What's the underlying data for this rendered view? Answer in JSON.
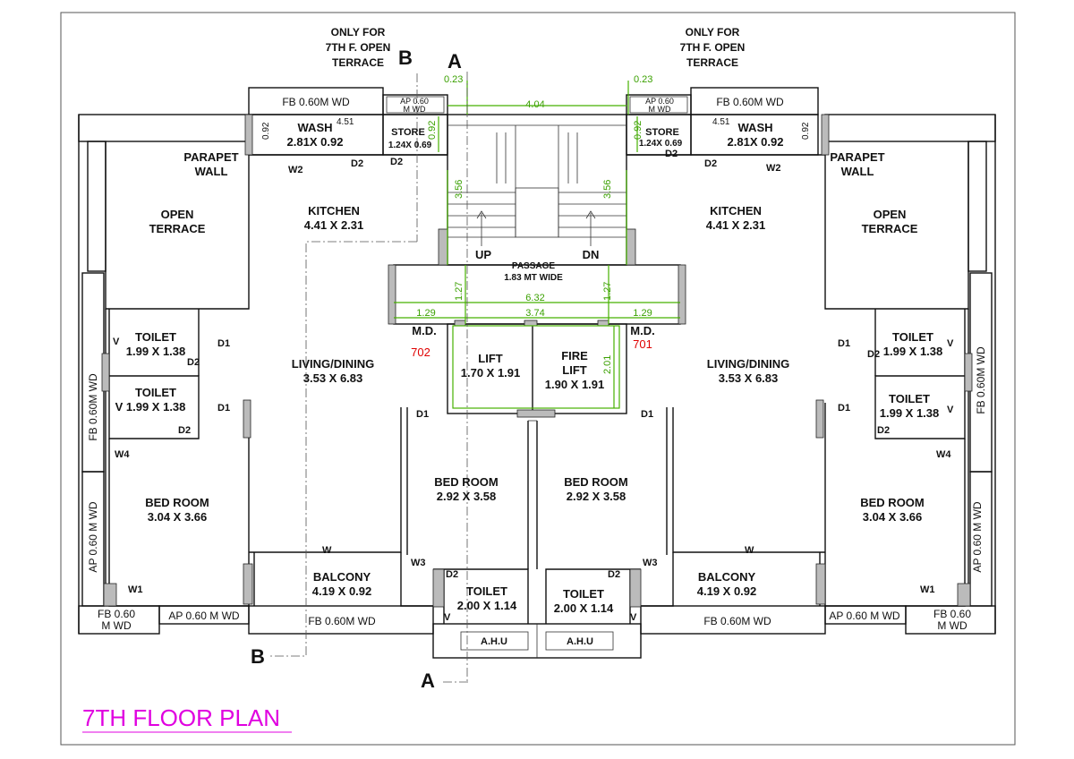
{
  "title": "7TH FLOOR PLAN",
  "colors": {
    "dimension": "#3aa000",
    "unit_number": "#e00000",
    "title": "#e000e0"
  },
  "section_marks": {
    "a": "A",
    "b": "B"
  },
  "terrace_notes": [
    "ONLY FOR",
    "7TH F.  OPEN",
    "TERRACE"
  ],
  "units": {
    "left": "702",
    "right": "701"
  },
  "rooms": {
    "wash": {
      "name": "WASH",
      "size": "2.81X 0.92"
    },
    "store": {
      "name": "STORE",
      "size": "1.24X 0.69"
    },
    "parapet": [
      "PARAPET",
      "WALL"
    ],
    "open_terrace": [
      "OPEN",
      "TERRACE"
    ],
    "kitchen": {
      "name": "KITCHEN",
      "size": "4.41 X 2.31"
    },
    "toilet_a": {
      "name": "TOILET",
      "size": "1.99 X 1.38"
    },
    "toilet_b_left": "V 1.99 X 1.38",
    "living": {
      "name": "LIVING/DINING",
      "size": "3.53 X 6.83"
    },
    "bed_outer": {
      "name": "BED ROOM",
      "size": "3.04 X 3.66"
    },
    "bed_inner": {
      "name": "BED ROOM",
      "size": "2.92 X 3.58"
    },
    "balcony": {
      "name": "BALCONY",
      "size": "4.19 X 0.92"
    },
    "toilet_c": {
      "name": "TOILET",
      "size": "2.00 X 1.14"
    },
    "lift": {
      "name": "LIFT",
      "size": "1.70 X 1.91"
    },
    "fire_lift": {
      "name1": "FIRE",
      "name2": "LIFT",
      "size": "1.90 X 1.91"
    },
    "passage": {
      "name": "PASSAGE",
      "size": "1.83 MT WIDE"
    },
    "ahu": "A.H.U"
  },
  "labels": {
    "fb_wd": "FB 0.60M WD",
    "fb_060": "FB 0.60",
    "m_wd": "M WD",
    "ap_m_wd": "AP 0.60 M WD",
    "ap_short": "AP 0.60",
    "fb_vertical": "FB 0.60M WD",
    "ap_vertical": "AP 0.60 M WD",
    "up": "UP",
    "dn": "DN",
    "md": "M.D.",
    "d1": "D1",
    "d2": "D2",
    "w": "W",
    "w1": "W1",
    "w2": "W2",
    "w3": "W3",
    "w4": "W4",
    "v": "V"
  },
  "dimensions": {
    "d023": "0.23",
    "d404": "4.04",
    "d451": "4.51",
    "d092": "0.92",
    "d356": "3.56",
    "d127": "1.27",
    "d632": "6.32",
    "d129": "1.29",
    "d374": "3.74",
    "d201": "2.01"
  }
}
